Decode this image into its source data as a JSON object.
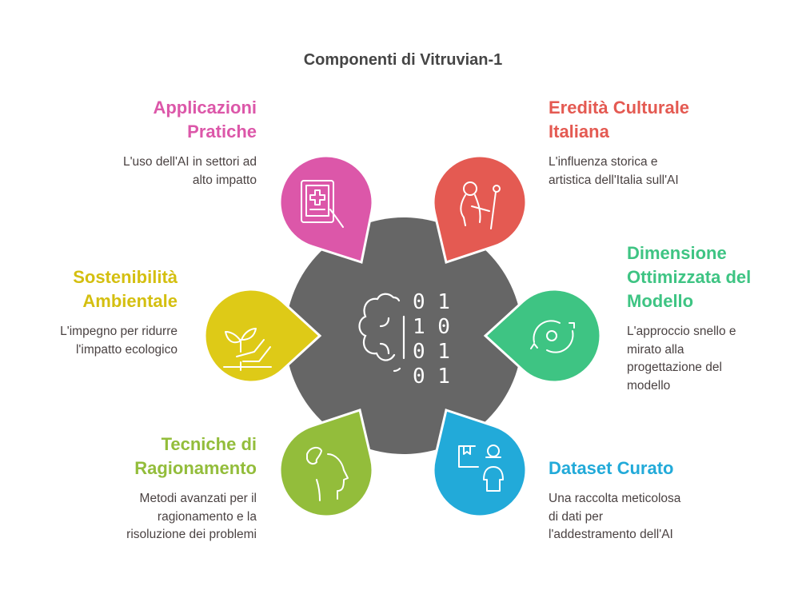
{
  "title": "Componenti di Vitruvian-1",
  "center": {
    "icon": "brain-binary-icon",
    "color": "#666666",
    "binary": [
      "0 1",
      "1 0",
      "0 1",
      "0 1"
    ]
  },
  "items": [
    {
      "id": "applicazioni",
      "title": "Applicazioni\nPratiche",
      "desc": "L'uso dell'AI in settori ad\nalto impatto",
      "color": "#DC57A9",
      "icon": "medical-tablet-icon"
    },
    {
      "id": "eredita",
      "title": "Eredità Culturale\nItaliana",
      "desc": "L'influenza storica e\nartistica dell'Italia sull'AI",
      "color": "#E45A52",
      "icon": "statue-figure-icon"
    },
    {
      "id": "sostenibilita",
      "title": "Sostenibilità\nAmbientale",
      "desc": "L'impegno per ridurre\nl'impatto ecologico",
      "color": "#DECA17",
      "icon": "plant-hand-icon"
    },
    {
      "id": "dimensione",
      "title": "Dimensione\nOttimizzata del\nModello",
      "desc": "L'approccio snello e\nmirato alla\nprogettazione del\nmodello",
      "color": "#3EC483",
      "icon": "gear-cycle-icon"
    },
    {
      "id": "tecniche",
      "title": "Tecniche di\nRagionamento",
      "desc": "Metodi avanzati per il\nragionamento e la\nrisoluzione dei problemi",
      "color": "#93BD3B",
      "icon": "puzzle-head-icon"
    },
    {
      "id": "dataset",
      "title": "Dataset Curato",
      "desc": "Una raccolta meticolosa\ndi dati per\nl'addestramento dell'AI",
      "color": "#22AAD9",
      "icon": "delivery-person-icon"
    }
  ]
}
